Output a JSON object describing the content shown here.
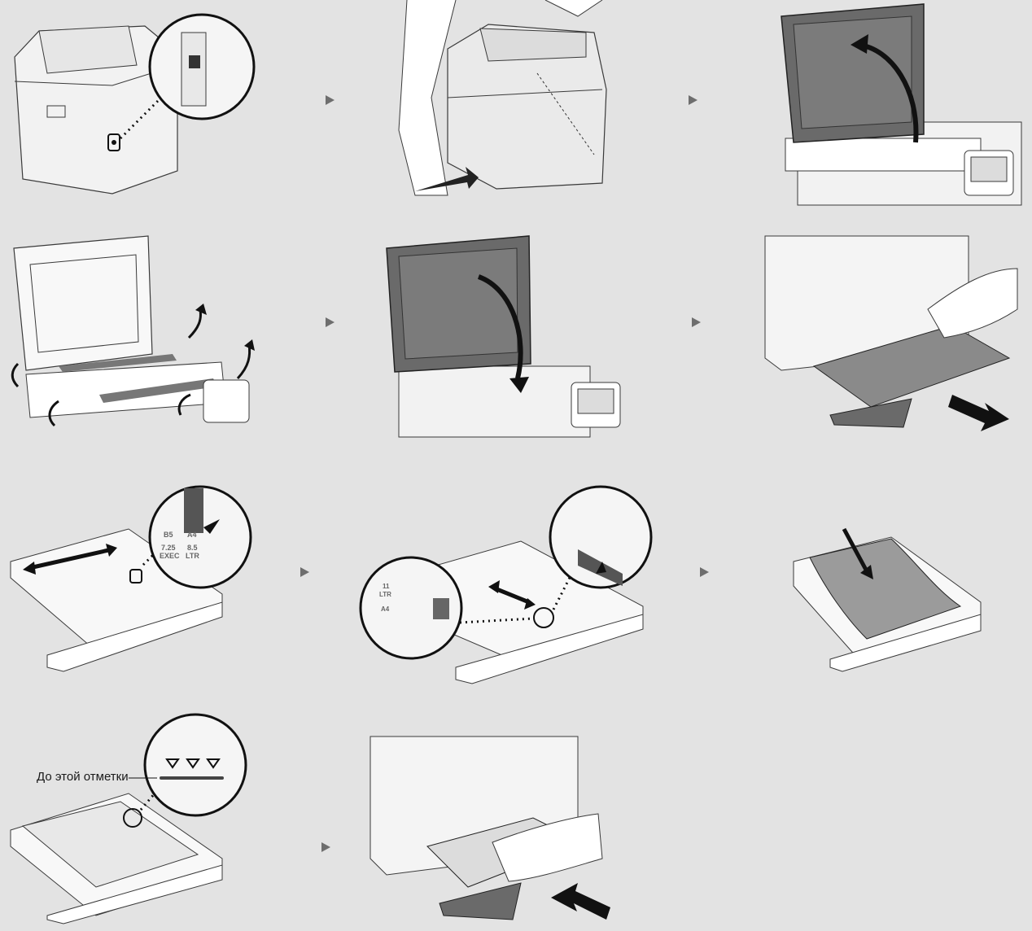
{
  "callout": {
    "label": "До этой отметки"
  },
  "tray_size_marks": {
    "top_left": "B5",
    "top_right": "A4",
    "bottom_left": "7.25\nEXEC",
    "bottom_right": "8.5\nLTR"
  },
  "tray_size_marks_lines": [
    "B5",
    "A4",
    "7.25",
    "EXEC",
    "8.5",
    "LTR"
  ],
  "guide_marks": [
    "11",
    "LTR",
    "A4"
  ],
  "icons": {
    "step_arrow": "play-triangle-icon",
    "direction_arrow": "curved-arrow-icon",
    "push_arrow": "push-arrow-icon",
    "click_mark": "click-burst-icon",
    "fill_mark": "triangle-marks-icon"
  },
  "colors": {
    "background": "#e3e3e3",
    "device_body": "#f2f2f2",
    "outline": "#3a3a3a",
    "dark_part": "#5a5a5a",
    "arrow": "#6e6e6e"
  }
}
